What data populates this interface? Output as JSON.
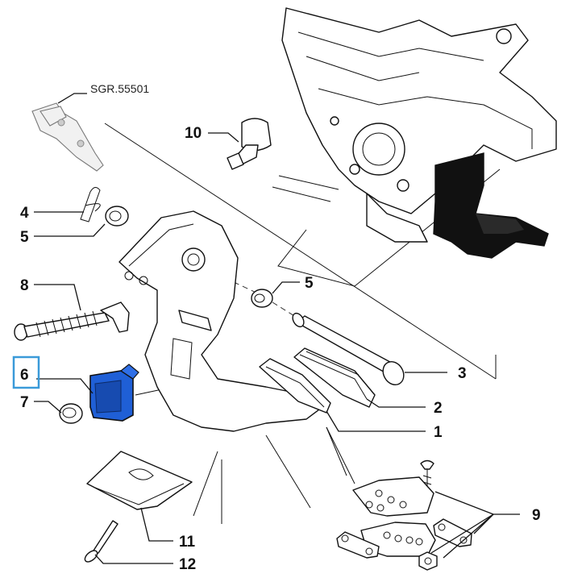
{
  "diagram": {
    "part_ref": "SGR.55501",
    "callouts": {
      "c1": "1",
      "c2": "2",
      "c3": "3",
      "c4": "4",
      "c5a": "5",
      "c5b": "5",
      "c6": "6",
      "c7": "7",
      "c8": "8",
      "c9": "9",
      "c10": "10",
      "c11": "11",
      "c12": "12"
    },
    "colors": {
      "highlight_part": "#1f5fd6",
      "highlight_box": "#3a9ad9",
      "ink": "#111111",
      "pedal_pad": "#111111"
    },
    "highlighted": "6"
  }
}
